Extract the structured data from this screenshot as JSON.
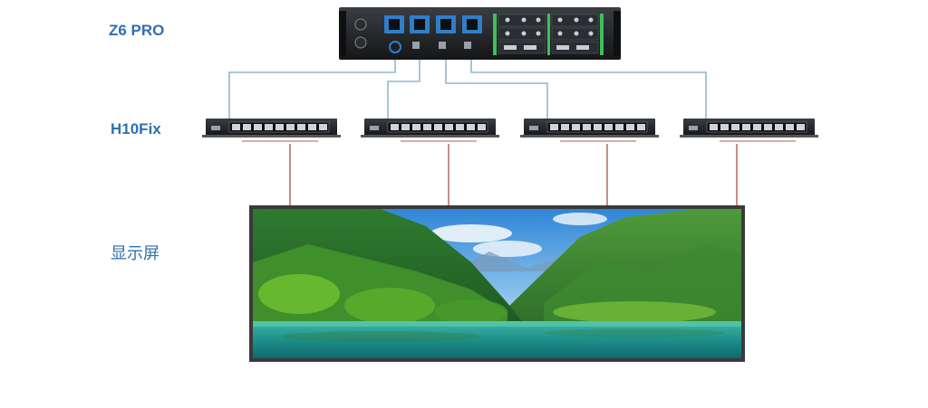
{
  "labels": {
    "controller": "Z6 PRO",
    "receiver": "H10Fix",
    "screen": "显示屏"
  },
  "colors": {
    "label_text": "#2f6fb1",
    "network_cable": "#8fb8cf",
    "display_cable": "#b05a5a",
    "device_body": "#1d1f22",
    "port_blue": "#2f7fc8",
    "port_green": "#3fbf5a",
    "screen_frame": "#3a3a3a"
  },
  "devices": {
    "controller": {
      "icon": "video-processor-icon"
    },
    "receivers": [
      {
        "icon": "receiver-card-icon"
      },
      {
        "icon": "receiver-card-icon"
      },
      {
        "icon": "receiver-card-icon"
      },
      {
        "icon": "receiver-card-icon"
      }
    ],
    "screen": {
      "icon": "landscape-image-icon"
    }
  }
}
